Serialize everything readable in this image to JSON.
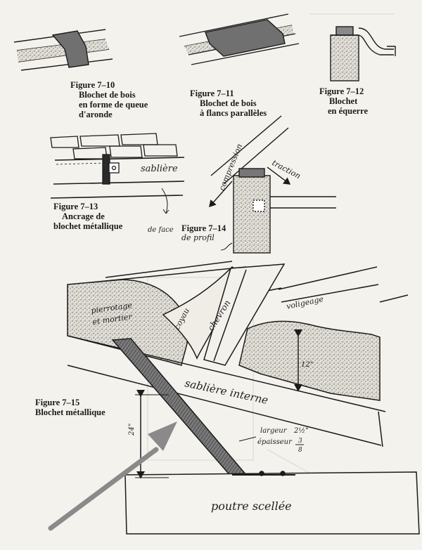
{
  "figures": [
    {
      "number": "Figure 7–10",
      "lines": [
        "Blochet de bois",
        "en forme de queue",
        "d'aronde"
      ]
    },
    {
      "number": "Figure 7–11",
      "lines": [
        "Blochet de bois",
        "à flancs parallèles"
      ]
    },
    {
      "number": "Figure 7–12",
      "lines": [
        "Blochet",
        "en équerre"
      ]
    },
    {
      "number": "Figure 7–13",
      "lines": [
        "Ancrage de",
        "blochet métallique"
      ]
    },
    {
      "number": "Figure 7–14",
      "lines": [
        "de profil"
      ]
    },
    {
      "number": "Figure 7–15",
      "lines": [
        "Blochet métallique"
      ]
    }
  ],
  "labels": {
    "sabliere": "sablière",
    "de_face": "de face",
    "compression": "compression",
    "traction": "traction",
    "pierrotage": "pierrotage",
    "et_mortier": "et mortier",
    "coyau": "coyau",
    "chevron": "chevron",
    "voligeage": "voligeage",
    "sabliere_interne": "sablière interne",
    "poutre_scellee": "poutre scellée",
    "dim_12": "12\"",
    "dim_24": "24\"",
    "largeur": "largeur",
    "largeur_val": "2½\"",
    "epaisseur": "épaisseur",
    "epaisseur_num": "3",
    "epaisseur_den": "8"
  },
  "colors": {
    "paper": "#f4f2ec",
    "ink": "#1b1b1b",
    "stipple": "#d9d6cf",
    "metal": "#6e6e6e",
    "arrow": "#8a8a8a"
  }
}
